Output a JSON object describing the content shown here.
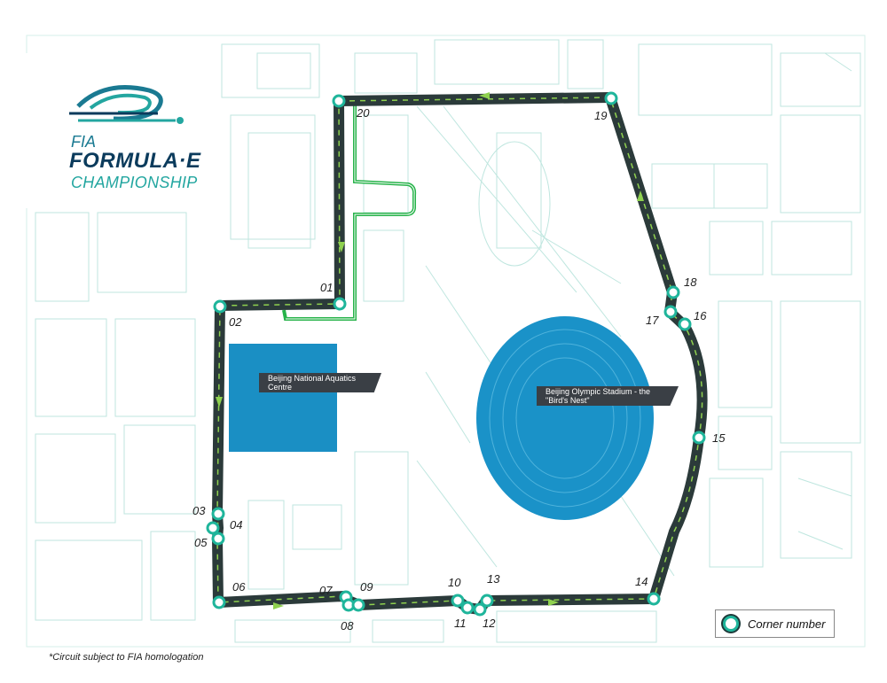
{
  "logo": {
    "line1": "FIA",
    "line2": "FORMULA·E",
    "line3": "CHAMPIONSHIP"
  },
  "venues": {
    "aquatics": "Beijing National Aquatics Centre",
    "stadium": "Beijing Olympic Stadium - the \"Bird's Nest\""
  },
  "corners": {
    "c01": "01",
    "c02": "02",
    "c03": "03",
    "c04": "04",
    "c05": "05",
    "c06": "06",
    "c07": "07",
    "c08": "08",
    "c09": "09",
    "c10": "10",
    "c11": "11",
    "c12": "12",
    "c13": "13",
    "c14": "14",
    "c15": "15",
    "c16": "16",
    "c17": "17",
    "c18": "18",
    "c19": "19",
    "c20": "20"
  },
  "legend": {
    "label": "Corner number"
  },
  "footnote": "*Circuit subject to FIA homologation",
  "colors": {
    "track": "#2b3a3a",
    "track_center": "#8fd14f",
    "pitlane": "#27b34a",
    "corner_marker": "#1fb59b",
    "water": "#1a8fc4",
    "map_lines": "#b9e2dc"
  }
}
